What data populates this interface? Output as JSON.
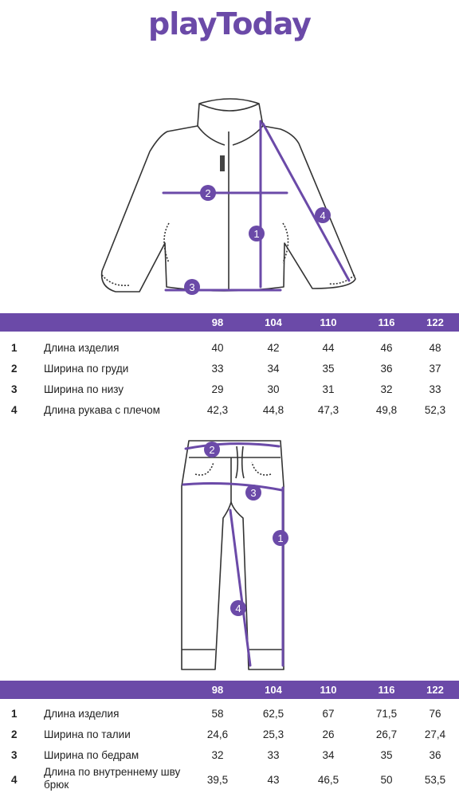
{
  "brand": {
    "logo": "playToday"
  },
  "jacket_table": {
    "sizes": [
      "98",
      "104",
      "110",
      "116",
      "122"
    ],
    "rows": [
      {
        "num": "1",
        "label": "Длина изделия",
        "values": [
          "40",
          "42",
          "44",
          "46",
          "48"
        ]
      },
      {
        "num": "2",
        "label": "Ширина по груди",
        "values": [
          "33",
          "34",
          "35",
          "36",
          "37"
        ]
      },
      {
        "num": "3",
        "label": "Ширина по низу",
        "values": [
          "29",
          "30",
          "31",
          "32",
          "33"
        ]
      },
      {
        "num": "4",
        "label": "Длина рукава с плечом",
        "values": [
          "42,3",
          "44,8",
          "47,3",
          "49,8",
          "52,3"
        ]
      }
    ]
  },
  "pants_table": {
    "sizes": [
      "98",
      "104",
      "110",
      "116",
      "122"
    ],
    "rows": [
      {
        "num": "1",
        "label": "Длина изделия",
        "values": [
          "58",
          "62,5",
          "67",
          "71,5",
          "76"
        ]
      },
      {
        "num": "2",
        "label": "Ширина по талии",
        "values": [
          "24,6",
          "25,3",
          "26",
          "26,7",
          "27,4"
        ]
      },
      {
        "num": "3",
        "label": "Ширина по бедрам",
        "values": [
          "32",
          "33",
          "34",
          "35",
          "36"
        ]
      },
      {
        "num": "4",
        "label": "Длина по внутреннему шву брюк",
        "values": [
          "39,5",
          "43",
          "46,5",
          "50",
          "53,5"
        ]
      }
    ]
  },
  "jacket_markers": [
    "1",
    "2",
    "3",
    "4"
  ],
  "pants_markers": [
    "1",
    "2",
    "3",
    "4"
  ],
  "colors": {
    "accent": "#6b4aa8",
    "line": "#333333",
    "white": "#ffffff"
  }
}
